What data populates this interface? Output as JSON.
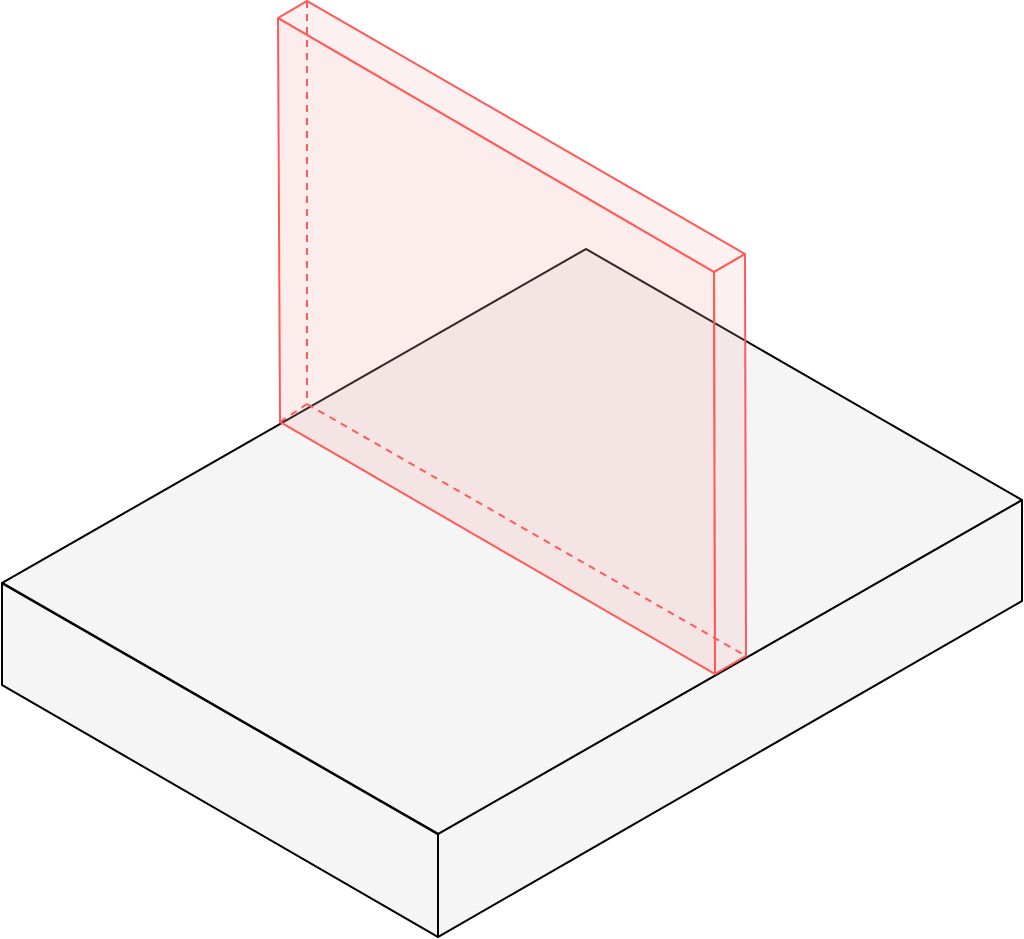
{
  "diagram": {
    "kind": "isometric-section",
    "parts": [
      {
        "name": "base-slab",
        "faces": [
          "top",
          "left",
          "right"
        ],
        "fill": "#f5f5f5",
        "stroke": "#000000"
      },
      {
        "name": "vertical-cut-plane",
        "fill": "#f5c7c7",
        "stroke": "#ff5a5a",
        "hidden_edges": "dashed"
      }
    ]
  }
}
